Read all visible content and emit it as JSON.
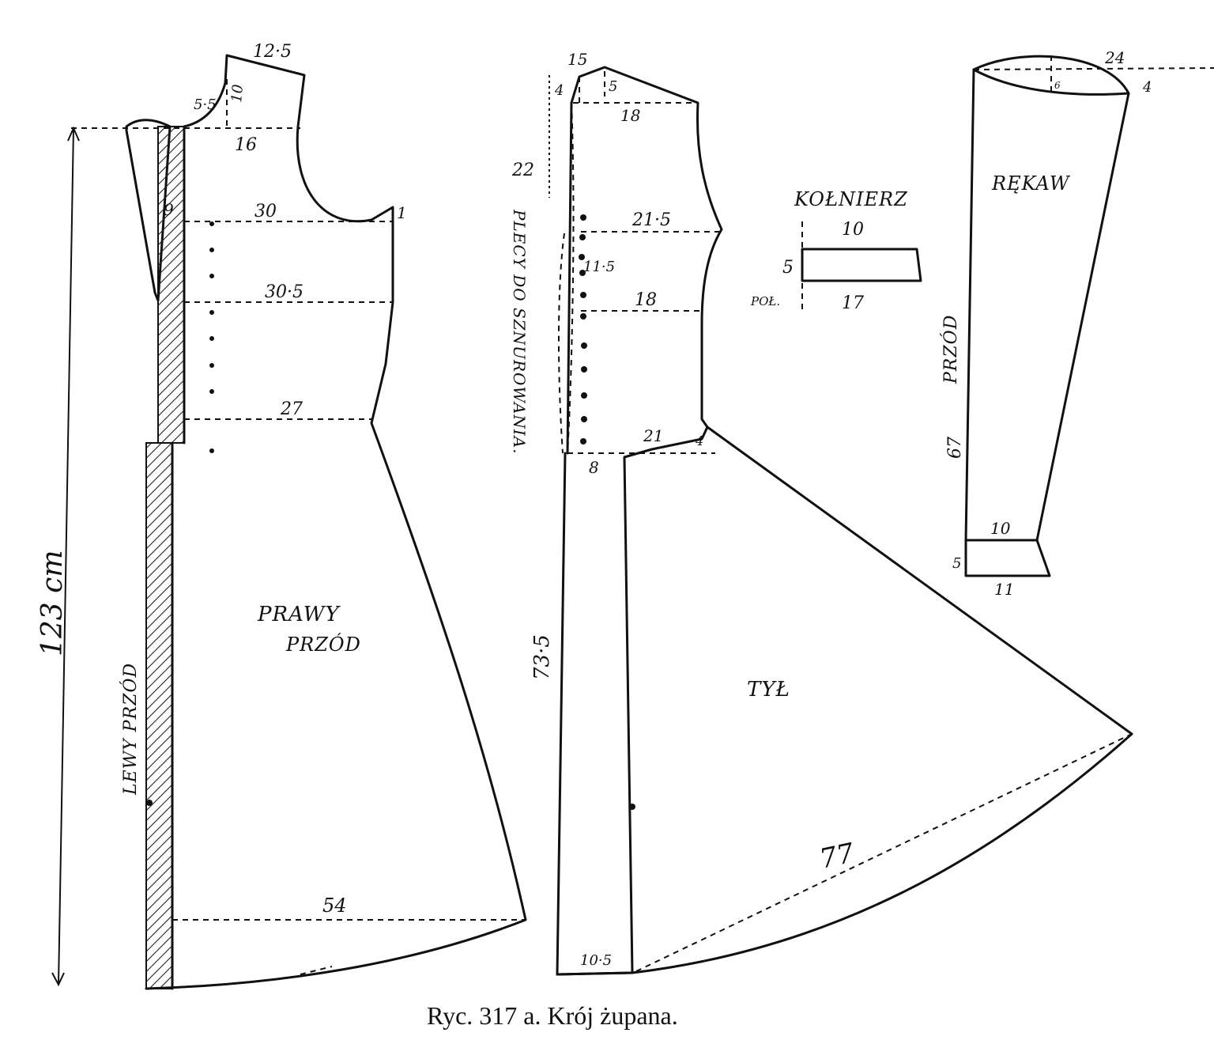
{
  "figure": {
    "caption": "Ryc. 317 a. Krój żupana."
  },
  "pieces": {
    "right_front": {
      "name_line1": "PRAWY",
      "name_line2": "PRZÓD",
      "left_front_label": "LEWY PRZÓD",
      "total_length": "123 cm",
      "m_neck_top": "12·5",
      "m_neck_a": "5·5",
      "m_neck_b": "10",
      "m_shoulder": "16",
      "m_side_9": "9",
      "m_chest": "30",
      "m_armhole": "1",
      "m_bust": "30·5",
      "m_waist": "27",
      "m_hem": "54"
    },
    "back": {
      "name": "TYŁ",
      "vertical_note": "PLECY DO SZNUROWANIA.",
      "m_top": "15",
      "m_4": "4",
      "m_5": "5",
      "m_shoulder": "18",
      "m_22": "22",
      "m_chest": "21·5",
      "m_11_5": "11·5",
      "m_waist": "18",
      "m_21": "21",
      "m_4b": "4",
      "m_8": "8",
      "m_length": "73·5",
      "m_hem_small": "10·5",
      "m_skirt": "77"
    },
    "collar": {
      "name": "KOŁNIERZ",
      "m_top": "10",
      "m_height": "5",
      "m_bottom": "17",
      "m_pol": "POŁ."
    },
    "sleeve": {
      "name": "RĘKAW",
      "side_label": "PRZÓD",
      "m_cap": "24",
      "m_6": "6",
      "m_4": "4",
      "m_length": "67",
      "m_cuff_top": "10",
      "m_cuff_h": "5",
      "m_cuff_bottom": "11"
    }
  }
}
